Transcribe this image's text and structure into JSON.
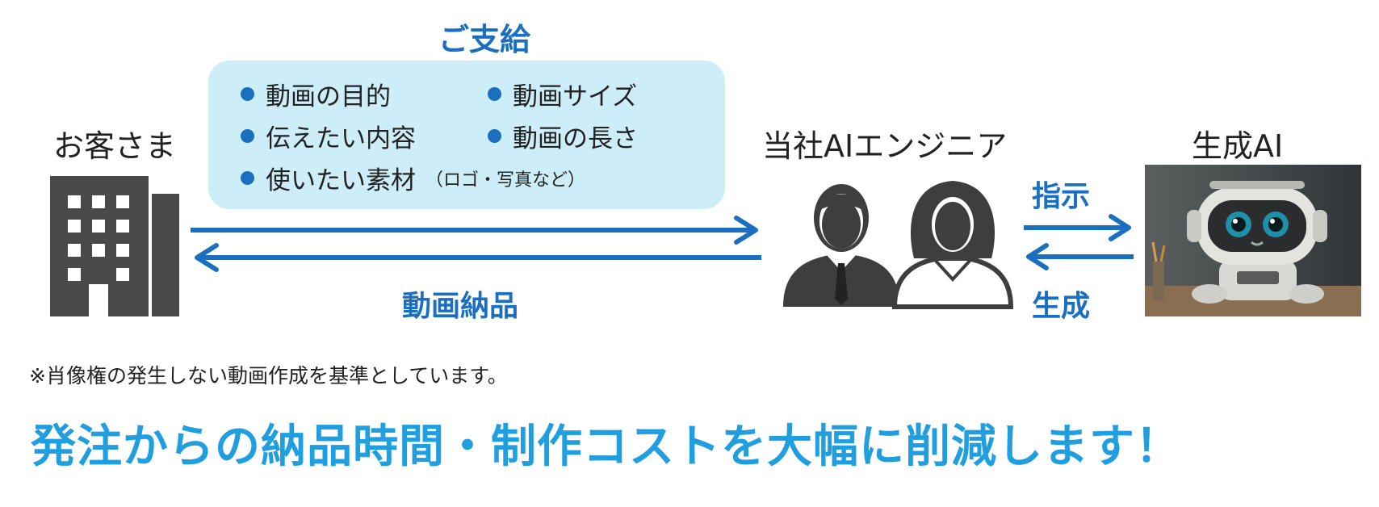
{
  "supply": {
    "title": "ご支給",
    "items": [
      "動画の目的",
      "動画サイズ",
      "伝えたい内容",
      "動画の長さ",
      "使いたい素材"
    ],
    "items_note": "（ロゴ・写真など）"
  },
  "actors": {
    "customer": "お客さま",
    "engineer": "当社AIエンジニア",
    "ai": "生成AI"
  },
  "flows": {
    "delivery": "動画納品",
    "instruction": "指示",
    "generation": "生成"
  },
  "footnote": "※肖像権の発生しない動画作成を基準としています。",
  "tagline": "発注からの納品時間・制作コストを大幅に削減します！",
  "colors": {
    "accent_blue": "#1a6fc0",
    "tagline_blue": "#1f9ee0",
    "box_bg": "#cdeef9",
    "icon_gray": "#4a4a4a"
  }
}
